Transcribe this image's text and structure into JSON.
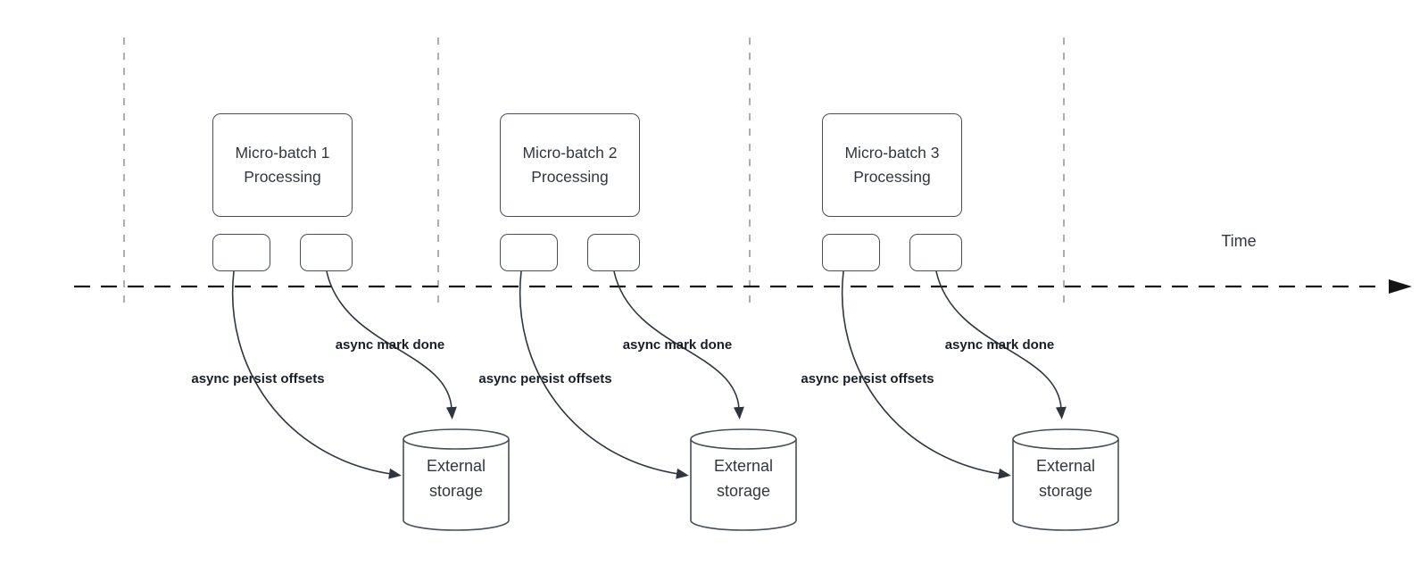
{
  "timeline": {
    "label": "Time"
  },
  "batches": [
    {
      "box_line1": "Micro-batch 1",
      "box_line2": "Processing",
      "persist_label": "async persist offsets",
      "done_label": "async mark done",
      "storage_line1": "External",
      "storage_line2": "storage"
    },
    {
      "box_line1": "Micro-batch 2",
      "box_line2": "Processing",
      "persist_label": "async persist offsets",
      "done_label": "async mark done",
      "storage_line1": "External",
      "storage_line2": "storage"
    },
    {
      "box_line1": "Micro-batch 3",
      "box_line2": "Processing",
      "persist_label": "async persist offsets",
      "done_label": "async mark done",
      "storage_line1": "External",
      "storage_line2": "storage"
    }
  ],
  "colors": {
    "shape-border": "#474e59",
    "arrow": "#2f3640",
    "label-text": "#181d26",
    "box-text": "#33373d",
    "timeline": "#141414",
    "lane-line": "#a6a6a6",
    "bg": "#ffffff"
  }
}
